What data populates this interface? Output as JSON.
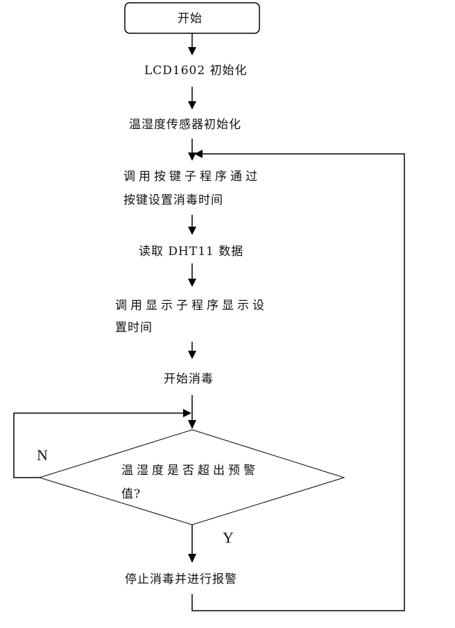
{
  "flowchart": {
    "start": {
      "label": "开始"
    },
    "steps": [
      {
        "id": "lcd-init",
        "label": "LCD1602 初始化"
      },
      {
        "id": "sensor-init",
        "label": "温湿度传感器初始化"
      },
      {
        "id": "key-subroutine",
        "lines": [
          "调用按键子程序通过",
          "按键设置消毒时间"
        ]
      },
      {
        "id": "read-dht11",
        "label": "读取 DHT11 数据"
      },
      {
        "id": "display-subroutine",
        "lines": [
          "调用显示子程序显示设",
          "置时间"
        ]
      },
      {
        "id": "start-disinfect",
        "label": "开始消毒"
      }
    ],
    "decision": {
      "lines": [
        "温湿度是否超出预警",
        "值?"
      ]
    },
    "branches": {
      "no": "N",
      "yes": "Y"
    },
    "end_step": {
      "label": "停止消毒并进行报警"
    }
  },
  "colors": {
    "line": "#000000",
    "background": "#ffffff",
    "text": "#111111"
  }
}
